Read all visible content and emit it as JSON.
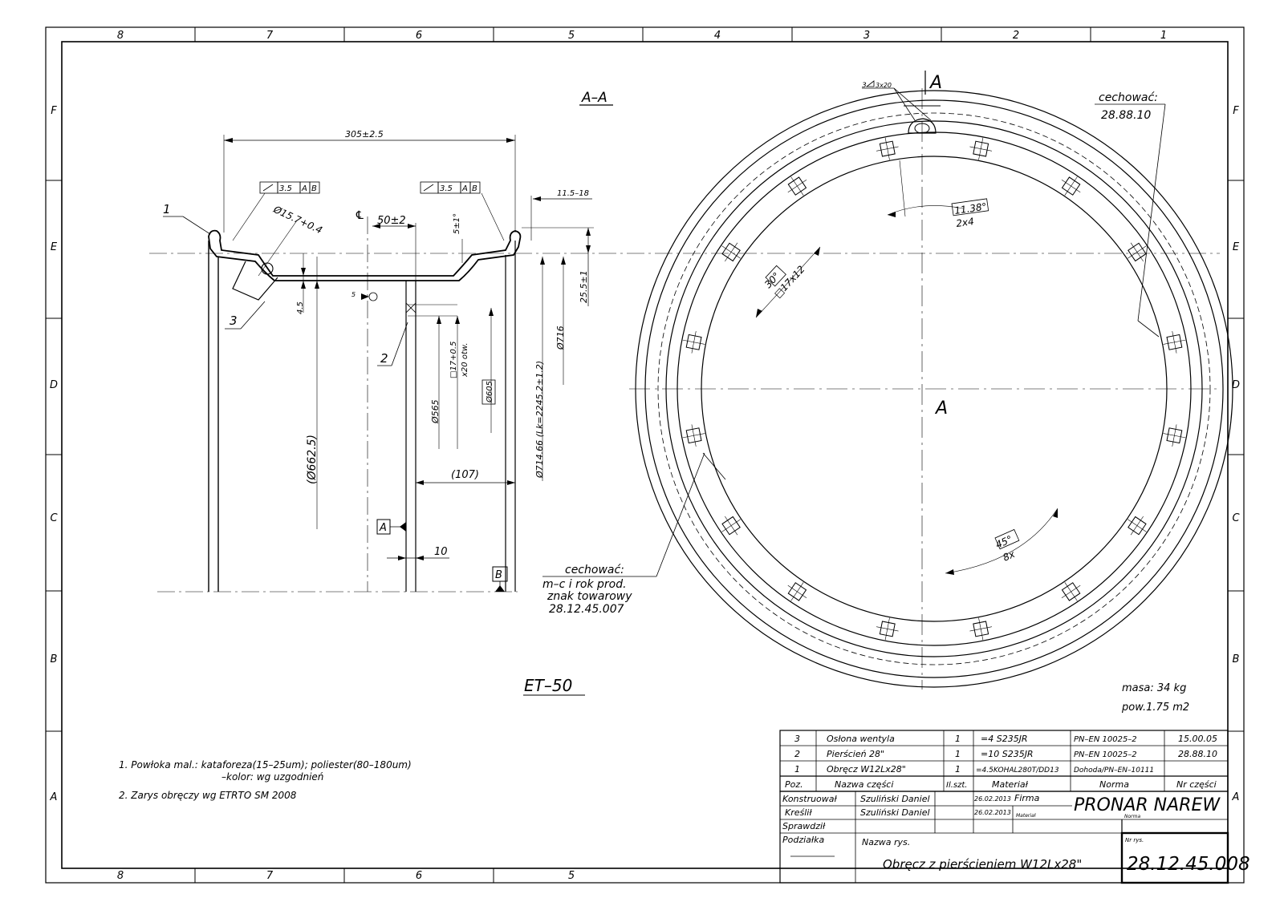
{
  "frame": {
    "columns": [
      "8",
      "7",
      "6",
      "5",
      "4",
      "3",
      "2",
      "1"
    ],
    "rows": [
      "F",
      "E",
      "D",
      "C",
      "B",
      "A"
    ]
  },
  "section": {
    "title": "A–A",
    "dim_width": "305±2.5",
    "tolerance_left": "3.5",
    "tolerance_right": "3.5",
    "datum_a": "A",
    "datum_b": "B",
    "datums": "A B",
    "bead_diameter": "Ø15.7+0.4",
    "centerline": "℄",
    "offset": "50±2",
    "angle_5": "5±1°",
    "flange_range": "11.5–18",
    "height": "25.5±1",
    "thickness": "4.5",
    "valve_tol": "5",
    "hole": "□17+0.5",
    "hole_count": "x20 otw.",
    "d662": "(Ø662.5)",
    "d565": "Ø565",
    "d605": "Ø605",
    "d714": "Ø714.66 (Lk=2245.2±1.2)",
    "d716": "Ø716",
    "d107": "(107)",
    "d10": "10",
    "pos1": "1",
    "pos2": "2",
    "pos3": "3"
  },
  "marking_left": {
    "label": "cechować:",
    "line1": "m–c i rok prod.",
    "line2": "znak towarowy",
    "code": "28.12.45.007"
  },
  "et_label": "ET–50",
  "front_view": {
    "section_mark_top": "A",
    "center_label": "A",
    "weld": "3",
    "weld_len": "3x20",
    "angle1": "11.38°",
    "angle1_count": "2x4",
    "angle2": "30°",
    "angle2_hole": "□17x12",
    "angle3": "45°",
    "angle3_count": "8x"
  },
  "marking_right": {
    "label": "cechować:",
    "code": "28.88.10"
  },
  "mass": "masa: 34 kg",
  "surface": "pow.1.75 m2",
  "notes": {
    "n1": "1. Powłoka mal.: kataforeza(15–25um); poliester(80–180um)",
    "n1b": "–kolor: wg uzgodnień",
    "n2": "2. Zarys obręczy wg ETRTO SM 2008"
  },
  "parts": [
    {
      "pos": "3",
      "name": "Osłona wentyla",
      "qty": "1",
      "material": "=4 S235JR",
      "norm": "PN–EN 10025–2",
      "part_no": "15.00.05"
    },
    {
      "pos": "2",
      "name": "Pierścień 28\"",
      "qty": "1",
      "material": "=10 S235JR",
      "norm": "PN–EN 10025–2",
      "part_no": "28.88.10"
    },
    {
      "pos": "1",
      "name": "Obręcz W12Lx28\"",
      "qty": "1",
      "material": "=4.5KOHAL280T/DD13",
      "norm": "Dohoda/PN–EN–10111",
      "part_no": ""
    }
  ],
  "parts_header": {
    "pos": "Poz.",
    "name": "Nazwa części",
    "qty": "Il.szt.",
    "material": "Materiał",
    "norm": "Norma",
    "part_no": "Nr części"
  },
  "title_block": {
    "designed_label": "Konstruował",
    "designed_by": "Szuliński Daniel",
    "designed_date": "26.02.2013",
    "drawn_label": "Kreślił",
    "drawn_by": "Szuliński Daniel",
    "drawn_date": "26.02.2013",
    "checked_label": "Sprawdził",
    "scale_label": "Podziałka",
    "firm_label": "Firma",
    "material_label": "Materiał",
    "norm_label": "Norma",
    "firm": "PRONAR NAREW",
    "drawing_name_label": "Nazwa rys.",
    "drawing_name": "Obręcz z pierścieniem W12Lx28\"",
    "drawing_no_label": "Nr rys.",
    "drawing_no": "28.12.45.008"
  }
}
